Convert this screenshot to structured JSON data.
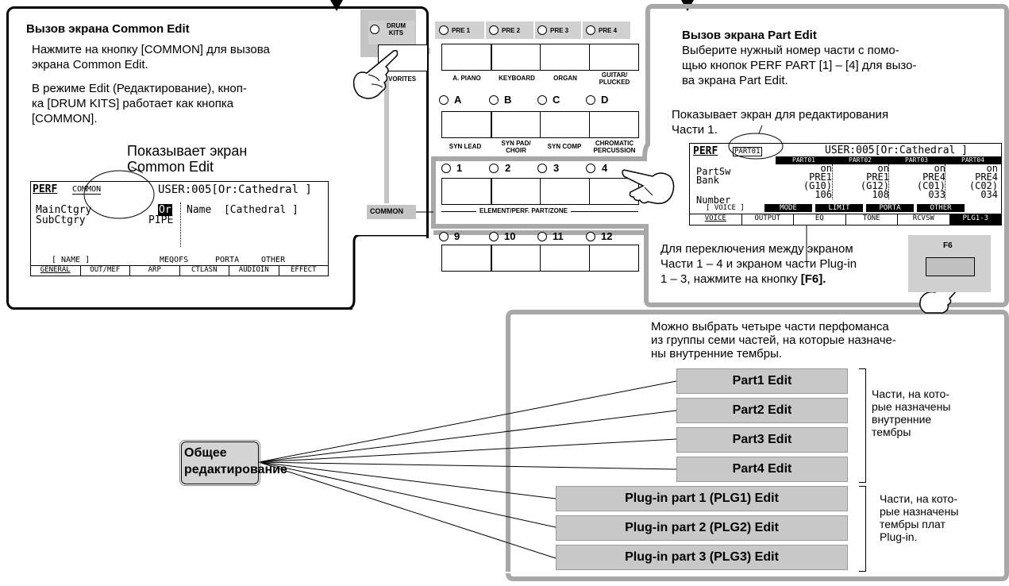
{
  "common_callout": {
    "title": "Вызов экрана Common Edit",
    "line1": "Нажмите на кнопку [COMMON] для вызова",
    "line2": "экрана Common Edit.",
    "line3": "В режиме Edit (Редактирование), кноп-",
    "line4": "ка [DRUM KITS] работает как кнопка",
    "line5": "[COMMON].",
    "screen_note_1": "Показывает экран",
    "screen_note_2": "Common Edit"
  },
  "common_lcd": {
    "mode": "PERF",
    "page": "COMMON",
    "user": "USER:005[Or:Cathedral ]",
    "row1_label": "MainCtgry",
    "row1_value": "Or",
    "row2_label": "SubCtgry",
    "row2_value": "PIPE",
    "name_field": "Name  [Cathedral ]",
    "tabs_top": [
      "[ NAME ]",
      "MEQOFS",
      "PORTA",
      "OTHER"
    ],
    "tabs_bottom": [
      "GENERAL",
      "OUT/MEF",
      "ARP",
      "CTLASN",
      "AUDIOIN",
      "EFFECT"
    ]
  },
  "panel": {
    "drum_kits": "DRUM KITS",
    "favorites": "VORITES",
    "common": "COMMON",
    "pre_labels": [
      "PRE 1",
      "PRE 2",
      "PRE 3",
      "PRE 4"
    ],
    "pre_names": [
      "A. PIANO",
      "KEYBOARD",
      "ORGAN",
      "GUITAR/ PLUCKED"
    ],
    "abcd": [
      "A",
      "B",
      "C",
      "D"
    ],
    "abcd_names": [
      "SYN LEAD",
      "SYN PAD/ CHOIR",
      "SYN COMP",
      "CHROMATIC PERCUSSION"
    ],
    "row3": [
      "1",
      "2",
      "3",
      "4"
    ],
    "row3_caption": "ELEMENT/PERF. PART/ZONE",
    "row4": [
      "9",
      "10",
      "11",
      "12"
    ]
  },
  "part_callout": {
    "title": "Вызов экрана Part Edit",
    "line1": "Выберите нужный номер части с помо-",
    "line2": "щью кнопок PERF PART [1] – [4] для вызо-",
    "line3": "ва экрана Part Edit.",
    "screen_note_1": "Показывает экран для редактирования",
    "screen_note_2": "Части 1.",
    "f6_note_1": "Для переключения между экраном",
    "f6_note_2": "Части 1 – 4 и экраном части Plug-in",
    "f6_note_3": "1 – 3, нажмите на кнопку ",
    "f6_note_bold": "[F6].",
    "f6_label": "F6"
  },
  "part_lcd": {
    "mode": "PERF",
    "page": "PART01",
    "user": "USER:005[Or:Cathedral ]",
    "parts": [
      "PART01",
      "PART02",
      "PART03",
      "PART04"
    ],
    "row_labels": [
      "PartSw",
      "Bank",
      "",
      "Number"
    ],
    "cols": [
      [
        "on",
        "PRE1",
        "(G10)",
        "106"
      ],
      [
        "on",
        "PRE1",
        "(G12)",
        "108"
      ],
      [
        "on",
        "PRE4",
        "(C01)",
        "033"
      ],
      [
        "on",
        "PRE4",
        "(C02)",
        "034"
      ]
    ],
    "tabs_top": [
      "[ VOICE ]",
      "MODE",
      "LIMIT",
      "PORTA",
      "OTHER"
    ],
    "tabs_bottom": [
      "VOICE",
      "OUTPUT",
      "EQ",
      "TONE",
      "RCVSW",
      "PLG1-3"
    ]
  },
  "tree": {
    "info_1": "Можно выбрать четыре части перфоманса",
    "info_2": "из группы семи частей, на которые назначе-",
    "info_3": "ны внутренние тембры.",
    "root_1": "Общее",
    "root_2": "редактирование",
    "parts": [
      "Part1 Edit",
      "Part2 Edit",
      "Part3 Edit",
      "Part4 Edit"
    ],
    "plugins": [
      "Plug-in part 1 (PLG1) Edit",
      "Plug-in part 2 (PLG2) Edit",
      "Plug-in part 3 (PLG3) Edit"
    ],
    "parts_note": [
      "Части, на кото-",
      "рые назначены",
      "внутренние",
      "тембры"
    ],
    "plugins_note": [
      "Части, на кото-",
      "рые назначены",
      "тембры плат",
      "Plug-in."
    ]
  }
}
